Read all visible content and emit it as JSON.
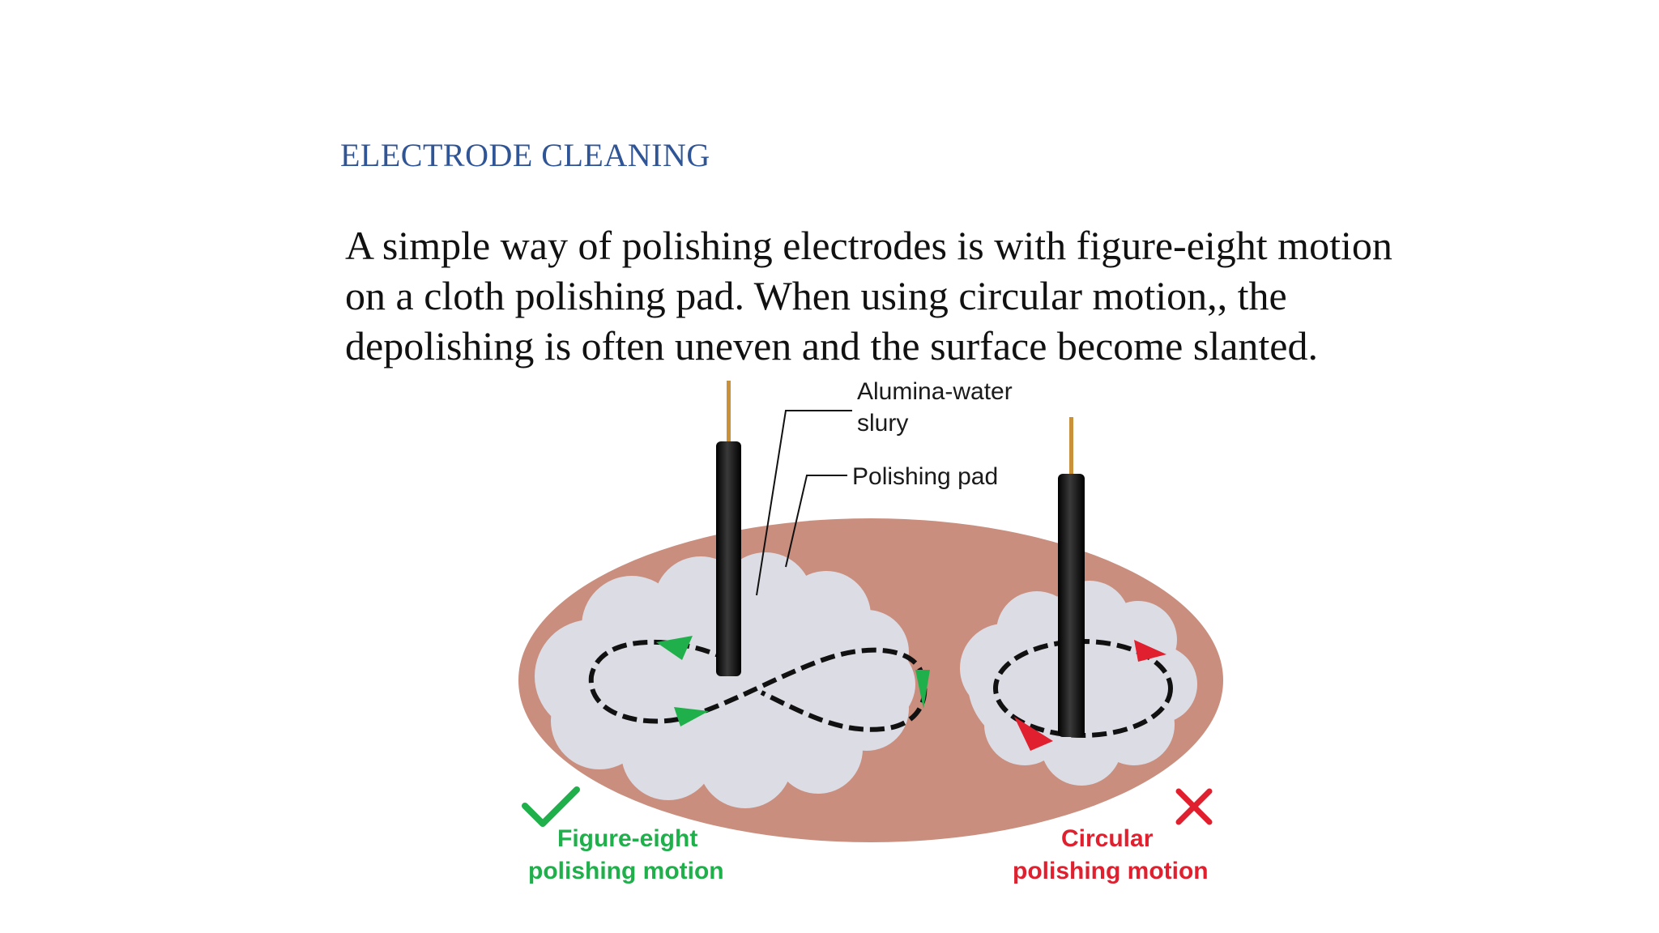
{
  "slide": {
    "title": "ELECTRODE CLEANING",
    "body_lines": [
      "A simple way of polishing electrodes is with figure-eight motion",
      "on a cloth polishing pad. When using circular motion,, the",
      "depolishing is often uneven and the surface become slanted."
    ]
  },
  "diagram": {
    "labels": {
      "alumina_line1": "Alumina-water",
      "alumina_line2": "slury",
      "polishing_pad": "Polishing pad",
      "figure_eight_line1": "Figure-eight",
      "figure_eight_line2": "polishing motion",
      "circular_line1": "Circular",
      "circular_line2": "polishing motion"
    },
    "colors": {
      "pad": "#c98e7e",
      "slurry": "#dcdce4",
      "electrode": "#111111",
      "wire": "#c8913a",
      "good": "#20b04b",
      "bad": "#e0202e"
    },
    "icons": {
      "good": "check-mark-icon",
      "bad": "cross-mark-icon"
    }
  }
}
